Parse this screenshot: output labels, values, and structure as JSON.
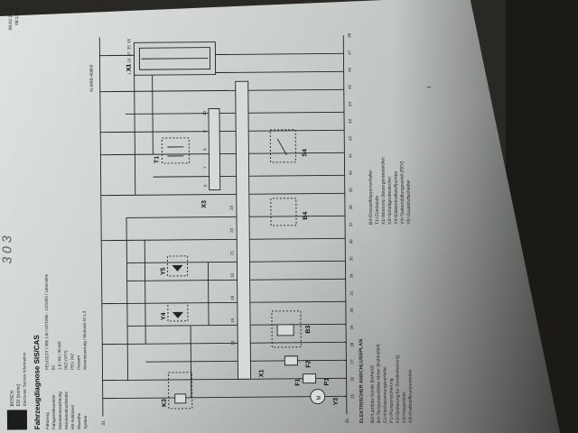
{
  "header": {
    "brand": "BOSCH",
    "product": "ESI [tronic]",
    "subtitle": "Electronic Service Information",
    "date": "09.02.2004",
    "time": "08:13:38"
  },
  "handwritten_note": "3 0 3",
  "document": {
    "title": "Fahrzeugdiagnose SIS/CAS",
    "fields": [
      {
        "label": "Fahrzeug",
        "value": "PEUGEOT / 306 1.8i / 07/1995 - 12/1993 / Limousine"
      },
      {
        "label": "Fahrgestellnummer",
        "value": "BJ"
      },
      {
        "label": "Motorkennzeichnung",
        "value": "1.8 / 66 / 90 kW"
      },
      {
        "label": "Motorkennbuchstabe",
        "value": "DK2 (XP7)"
      },
      {
        "label": "KB-Schlüssel",
        "value": "PEU 242"
      },
      {
        "label": "Baureihe",
        "value": "Gesamt"
      },
      {
        "label": "System",
        "value": "Motorsteuerung / Motronic M 1.3"
      }
    ]
  },
  "diagram": {
    "code": "KLMRB-A0803",
    "ground_labels": [
      "31",
      "31"
    ],
    "connector_pins_top": [
      "25",
      "26",
      "27",
      "28",
      "29",
      "30",
      "31",
      "34",
      "35",
      "36",
      "37",
      "38",
      "39",
      "40",
      "41",
      "42",
      "43",
      "44",
      "45",
      "46",
      "47",
      "48"
    ],
    "connector_pins_mid": [
      "13",
      "15",
      "18",
      "19",
      "21",
      "22",
      "23"
    ],
    "connector_pins_x3": [
      "6",
      "7",
      "8",
      "9",
      "10"
    ],
    "x1_pins": [
      "1",
      "18",
      "19",
      "37",
      "35",
      "55"
    ],
    "component_labels": [
      "Y3",
      "P1",
      "F2",
      "F1",
      "K3",
      "Y4",
      "Y5",
      "X1",
      "B3",
      "X3",
      "T1",
      "B4",
      "S4",
      "X1"
    ]
  },
  "legend": {
    "title": "ELEKTRISCHER ANSCHLUSSPLAN",
    "left_items": [
      "B3=Lambda-Sonde (beheizt)",
      "B4=Temperaturfühler Motor (Kühlmittel)",
      "E1=Hochspannungsverteiler",
      "P1=Pumpensicherung",
      "F2=Sicherung für Sondenheizung",
      "K3=Hauptrelais",
      "K3=Kraftstoffpumpenrelais"
    ],
    "right_items": [
      "B4=Drosselklappenschalter",
      "T1=Zündspule",
      "X1=Motronic-Steuergerätestecker",
      "X3=Schaltgerätestecker",
      "Y3=Elektrokraftstoffpumpe",
      "Y4=Tankentlüftungsventil (TEV)",
      "Y5=Zusatzluftschieber"
    ]
  },
  "page_number": "1"
}
